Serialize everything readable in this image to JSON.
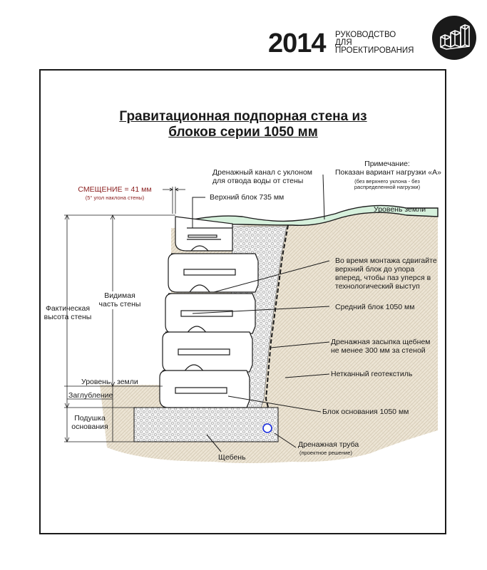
{
  "header": {
    "year": "2014",
    "subtitle_lines": [
      "РУКОВОДСТВО",
      "ДЛЯ",
      "ПРОЕКТИРОВАНИЯ"
    ]
  },
  "logo_icon": "stacked-blocks-icon",
  "title_lines": [
    "Гравитационная подпорная стена из",
    "блоков серии 1050 мм"
  ],
  "note": {
    "heading": "Примечание:",
    "line": "Показан вариант нагрузки «А»",
    "small_1": "(без верхнего уклона - без",
    "small_2": "распределенной нагрузки)"
  },
  "labels": {
    "drain_channel_1": "Дренажный канал с уклоном",
    "drain_channel_2": "для отвода воды от стены",
    "offset": "СМЕЩЕНИЕ = 41 мм",
    "offset_note": "(5° угол наклона стены)",
    "top_block": "Верхний блок 735 мм",
    "ground_level_right": "Уровень земли",
    "shift_1": "Во время монтажа сдвигайте",
    "shift_2": "верхний блок до упора",
    "shift_3": "вперед, чтобы паз уперся в",
    "shift_4": "технологический выступ",
    "middle_block": "Средний блок 1050 мм",
    "backfill_1": "Дренажная засыпка щебнем",
    "backfill_2": "не менее 300 мм за стеной",
    "geotextile": "Нетканный геотекстиль",
    "base_block": "Блок основания 1050 мм",
    "drain_pipe": "Дренажная труба",
    "drain_pipe_note": "(проектное решение)",
    "gravel": "Щебень",
    "actual_height_1": "Фактическая",
    "actual_height_2": "высота стены",
    "visible_1": "Видимая",
    "visible_2": "часть стены",
    "ground_level_left_1": "Уровень",
    "ground_level_left_2": "земли",
    "embedment": "Заглубление",
    "base_pad_1": "Подушка",
    "base_pad_2": "основания"
  },
  "colors": {
    "soil": "#ece4d4",
    "grass": "#d6f0dc",
    "gravel": "#f4f4f4",
    "offset_red": "#8a1d1d",
    "pipe_blue": "#1a2ee0"
  }
}
